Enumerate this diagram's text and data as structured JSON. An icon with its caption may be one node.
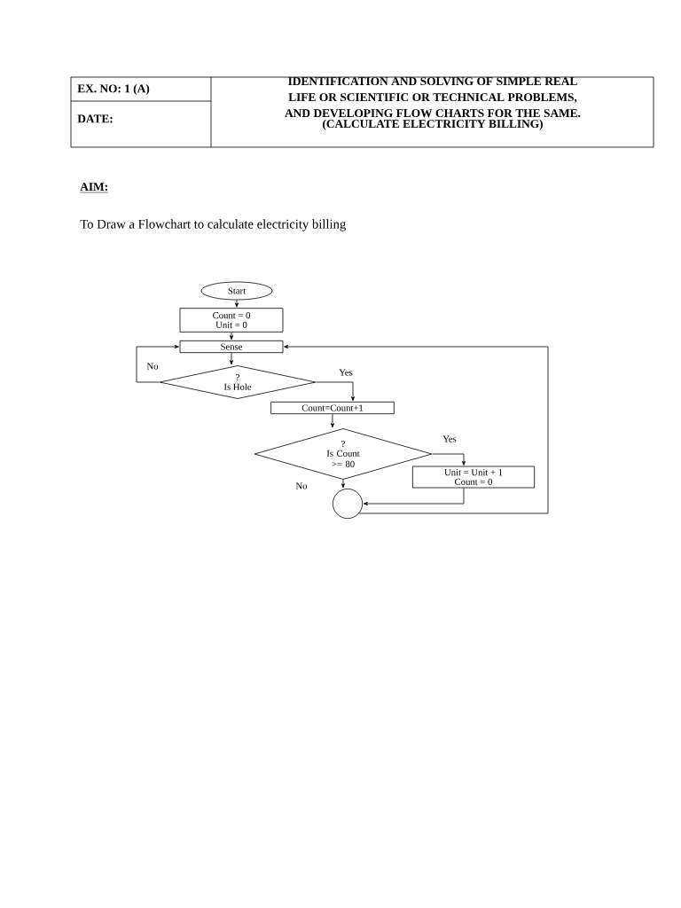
{
  "diagram": {
    "nodes": [
      {
        "text": [
          "Start"
        ]
      },
      {
        "text": [
          "Count = 0",
          "Unit = 0"
        ]
      },
      {
        "text": [
          "Sense"
        ]
      },
      {
        "text": [
          "?",
          "Is Hole"
        ]
      },
      {
        "text": [
          "Count=Count+1"
        ]
      },
      {
        "text": [
          "?",
          "Is Count >= 80"
        ]
      },
      {
        "text": [
          "Unit = Unit + 1",
          "Count = 0"
        ]
      },
      {
        "text": [],
        "shape": "circle"
      }
    ],
    "edges": [
      {
        "from": 0,
        "to": 1,
        "arrow": "to"
      },
      {
        "from": 1,
        "to": 2,
        "arrow": "to"
      },
      {
        "from": 2,
        "to": 3,
        "arrow": "to"
      },
      {
        "from": 3,
        "to": 2,
        "arrow": "to",
        "label": "No"
      },
      {
        "from": 3,
        "to": 4,
        "arrow": "to",
        "label": "Yes"
      },
      {
        "from": 4,
        "to": 5,
        "arrow": "to"
      },
      {
        "from": 5,
        "to": 6,
        "arrow": "to",
        "label": "Yes"
      },
      {
        "from": 5,
        "to": 7,
        "arrow": "to",
        "label": "No"
      },
      {
        "from": 6,
        "to": 7,
        "arrow": "to"
      },
      {
        "from": 7,
        "to": 2,
        "arrow": "to"
      }
    ],
    "labels": [
      "EX. NO: 1 (A)",
      "IDENTIFICATION AND SOLVING OF SIMPLE REAL LIFE OR SCIENTIFIC OR TECHNICAL PROBLEMS, AND DEVELOPING FLOW CHARTS FOR THE SAME.",
      "(CALCULATE ELECTRICITY BILLING)",
      "DATE:",
      "AIM:",
      "To Draw a Flowchart to calculate electricity billing"
    ]
  }
}
